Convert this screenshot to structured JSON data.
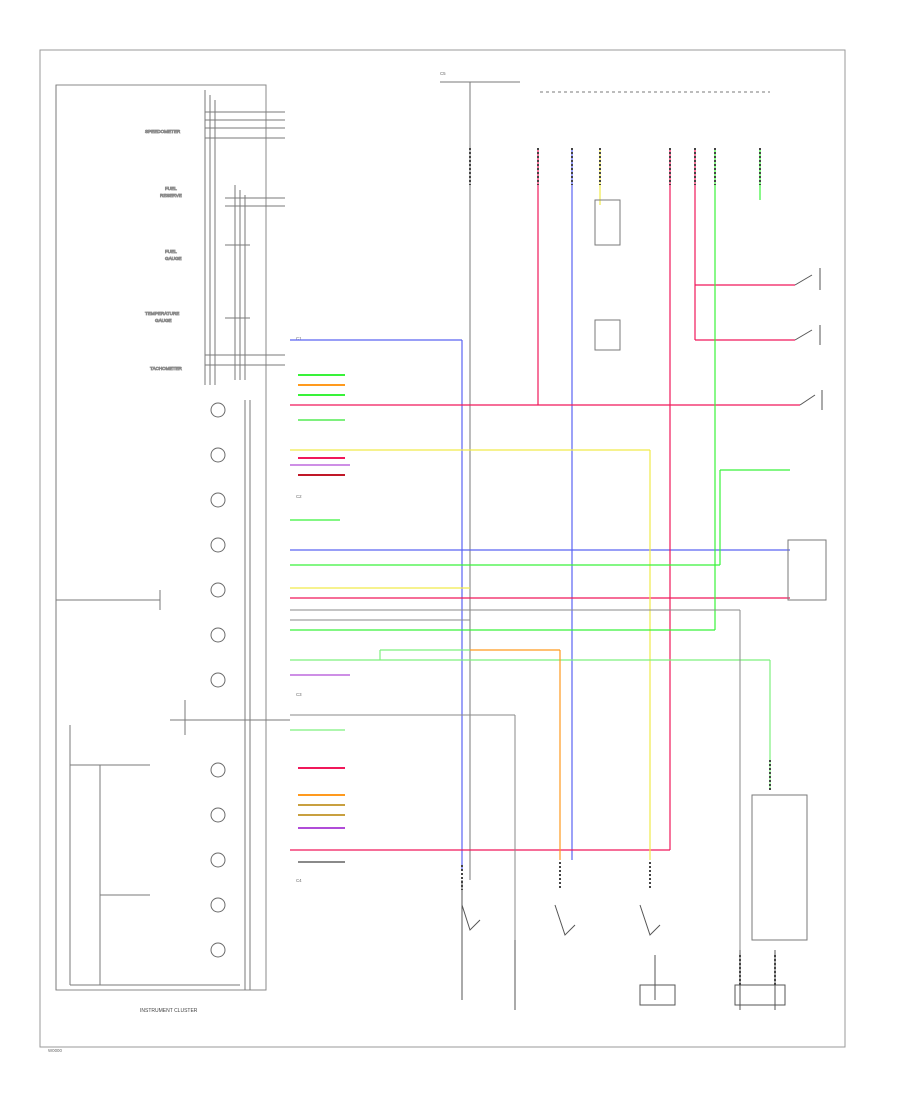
{
  "colors": {
    "blue": "#5a63f2",
    "red": "#f0185a",
    "yellow": "#f0ea4a",
    "green": "#39f23a",
    "orange": "#ff9a1e",
    "light_green": "#7ef07e",
    "purple": "#b04cd8",
    "dark_red": "#c01828",
    "gray": "#8a8a8a",
    "black": "#3a3a3a"
  },
  "notes": {
    "footer_code": "W0000"
  },
  "labels": {
    "cluster_caption": "INSTRUMENT CLUSTER",
    "connector_c1": "C1",
    "connector_c2": "C2",
    "connector_c3": "C3",
    "connector_c4": "C4",
    "connector_c5": "C5"
  }
}
